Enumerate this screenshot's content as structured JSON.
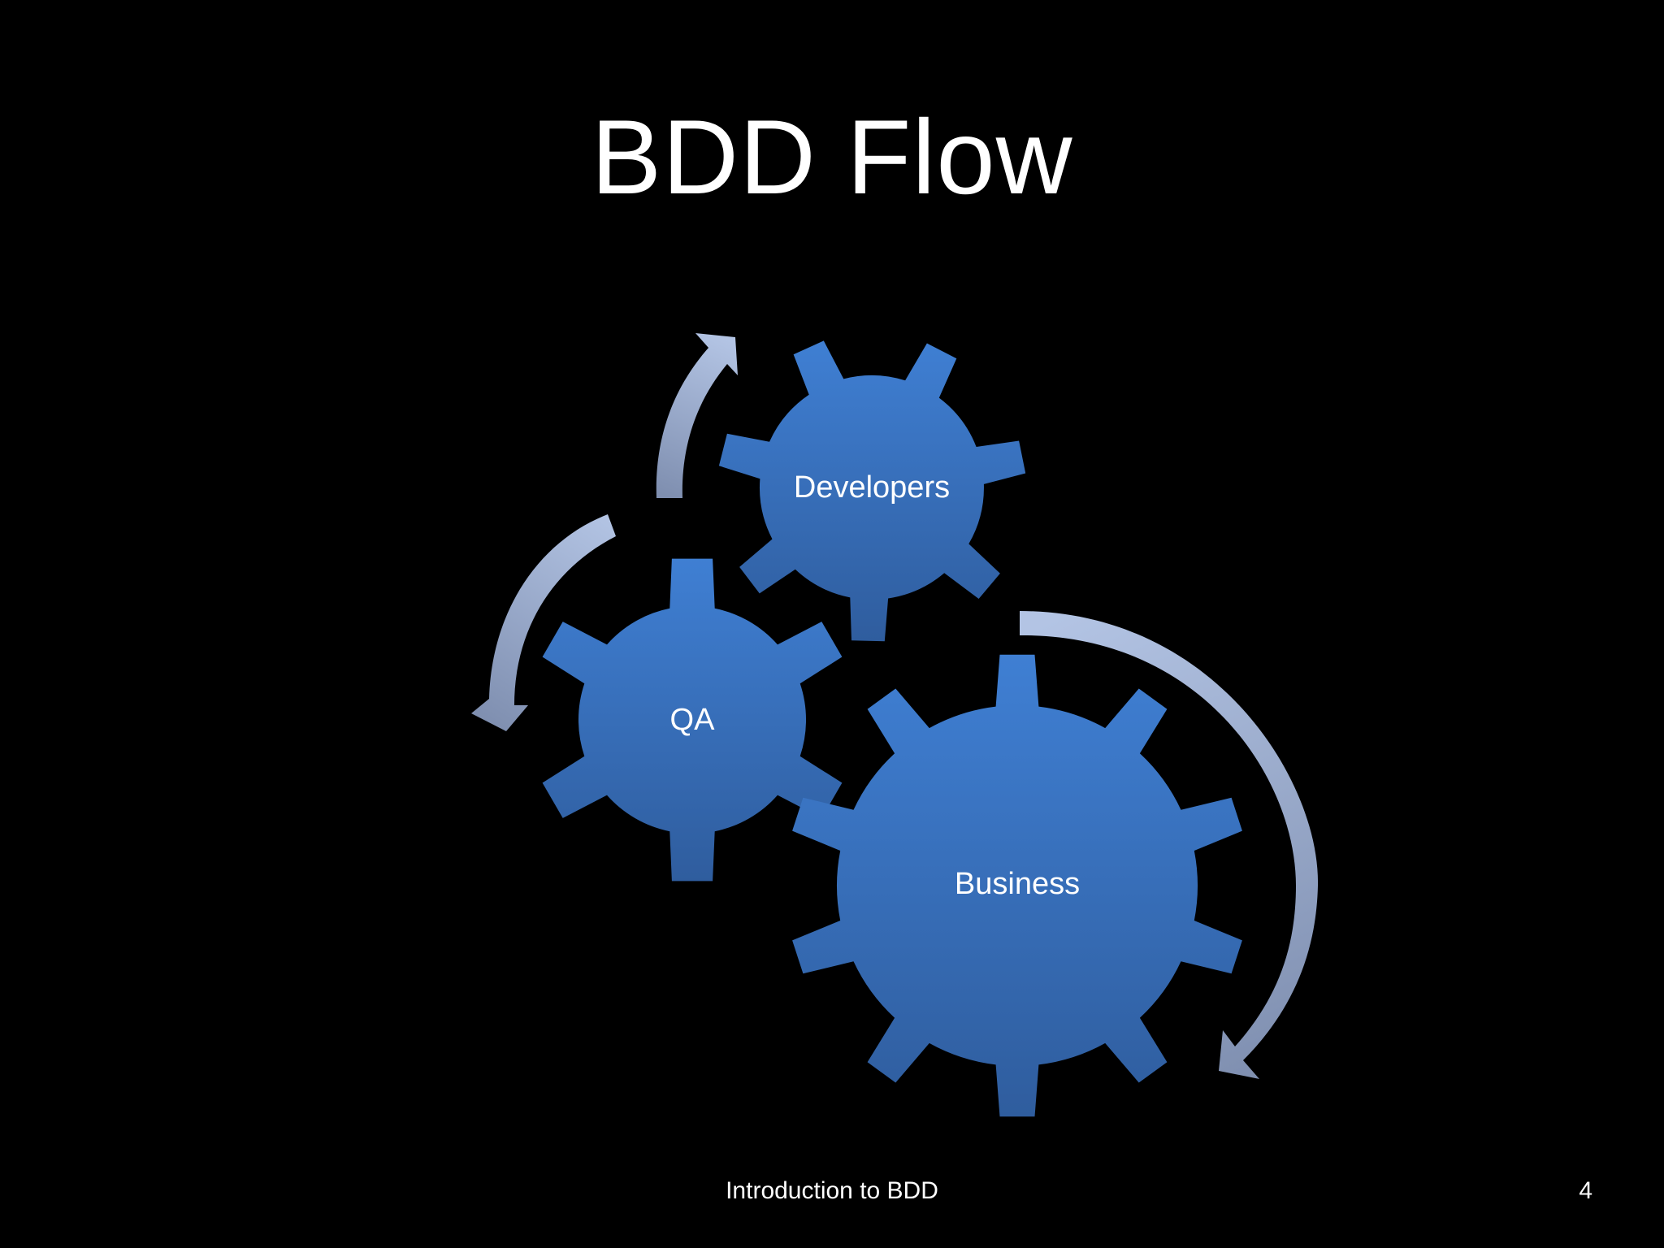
{
  "slide": {
    "title": "BDD Flow",
    "footer": "Introduction to BDD",
    "number": "4"
  },
  "colors": {
    "background": "#000000",
    "gear_top": "#3f7fd3",
    "gear_bottom": "#2f5d9e",
    "arrow_light": "#b3c4e4",
    "arrow_dark": "#7f8fb0",
    "text": "#ffffff"
  },
  "diagram": {
    "type": "gear-cycle",
    "gears": [
      {
        "id": "developers",
        "label": "Developers",
        "teeth": 7
      },
      {
        "id": "qa",
        "label": "QA",
        "teeth": 6
      },
      {
        "id": "business",
        "label": "Business",
        "teeth": 10
      }
    ],
    "cycle_order": [
      "business",
      "qa",
      "developers"
    ]
  }
}
